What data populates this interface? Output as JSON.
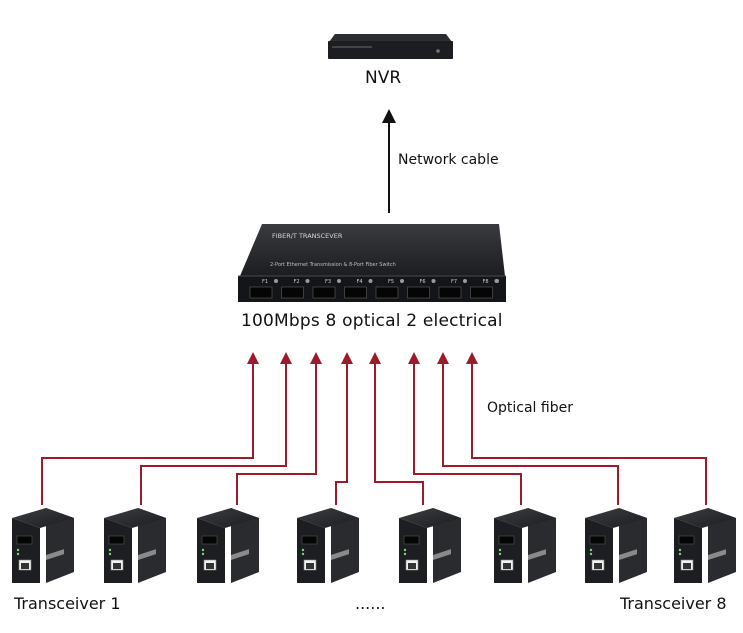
{
  "nvr": {
    "label": "NVR"
  },
  "uplink": {
    "label": "Network cable"
  },
  "switch": {
    "label": "100Mbps 8 optical 2 electrical",
    "brand_text": "FIBER/T TRANSCEVER",
    "subtitle_text": "2-Port Ethernet Transmission & 8-Port Fiber Switch",
    "port_labels": [
      "F1",
      "F2",
      "F3",
      "F4",
      "F5",
      "F6",
      "F7",
      "F8"
    ]
  },
  "fiber": {
    "label": "Optical fiber"
  },
  "transceivers": {
    "first_label": "Transceiver 1",
    "ellipsis": "......",
    "last_label": "Transceiver 8",
    "count": 8
  },
  "colors": {
    "fiber_line": "#9b1b2a",
    "arrow_black": "#111111",
    "device_body": "#1e1f22"
  }
}
